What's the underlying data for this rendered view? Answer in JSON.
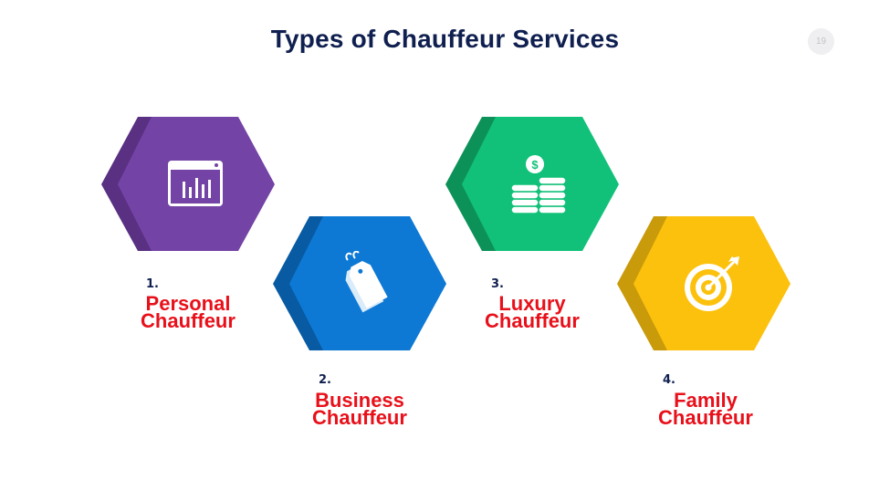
{
  "slide": {
    "title": "Types of Chauffeur Services",
    "page_number": "19"
  },
  "items": [
    {
      "number": "1.",
      "line1": "Personal",
      "line2": "Chauffeur",
      "color": "#7443a6",
      "shade": "#5a3083",
      "icon": "browser-chart-icon"
    },
    {
      "number": "2.",
      "line1": "Business",
      "line2": "Chauffeur",
      "color": "#0d79d4",
      "shade": "#085aa2",
      "icon": "price-tag-icon"
    },
    {
      "number": "3.",
      "line1": "Luxury",
      "line2": "Chauffeur",
      "color": "#12c179",
      "shade": "#0c9258",
      "icon": "coin-stacks-icon"
    },
    {
      "number": "4.",
      "line1": "Family",
      "line2": "Chauffeur",
      "color": "#fcc10d",
      "shade": "#c99a0a",
      "icon": "target-arrow-icon"
    }
  ]
}
